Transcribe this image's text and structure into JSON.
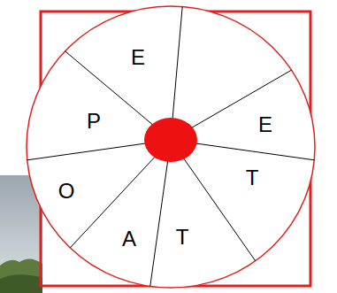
{
  "diagram": {
    "labels": [
      "E",
      "E",
      "T",
      "T",
      "A",
      "O",
      "P"
    ]
  }
}
